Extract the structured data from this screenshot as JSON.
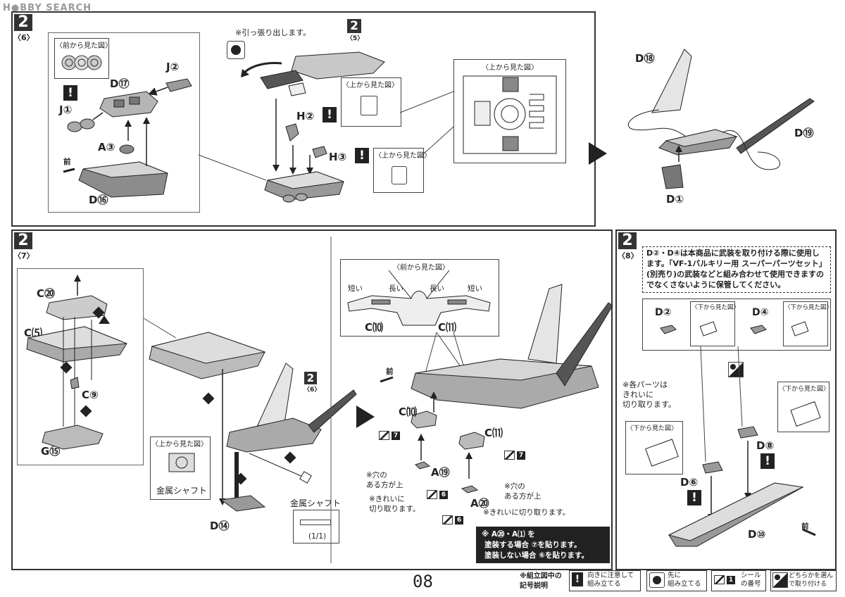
{
  "watermark": "H●BBY SEARCH",
  "page_number": "08",
  "step1": {
    "num": "2",
    "sub": "〈6〉",
    "front_view": "〈前から見た図〉",
    "parts": [
      "J②",
      "D⑰",
      "J①",
      "A③",
      "D⑯"
    ],
    "front_label": "前"
  },
  "step2": {
    "num": "2",
    "sub": "〈5〉",
    "pull_note": "※引っ張り出します。",
    "top_view_a": "〈上から見た図〉",
    "top_view_b": "〈上から見た図〉",
    "top_view_c": "〈上から見た図〉",
    "parts": [
      "H②",
      "H③"
    ]
  },
  "step3": {
    "parts": [
      "D⑱",
      "D⑲",
      "D①"
    ]
  },
  "step4": {
    "num": "2",
    "sub": "〈7〉",
    "parts": [
      "C⑳",
      "C⑸",
      "C⑨",
      "G⑮",
      "D⑭"
    ],
    "ref_num": "2",
    "ref_sub": "〈6〉",
    "top_view": "〈上から見た図〉",
    "shaft_label": "金属シャフト",
    "shaft_label_2": "金属シャフト",
    "scale": "(1/1)"
  },
  "step5": {
    "front_view": "〈前から見た図〉",
    "short": "短い",
    "long": "長い",
    "parts": [
      "C⑽",
      "C⑾",
      "A⑳",
      "A⑲"
    ],
    "front_label": "前",
    "hole_note": "※穴の\nある方が上",
    "hole_note_2": "※穴の\nある方が上",
    "clean_cut": "※きれいに\n切り取ります。",
    "clean_cut_2": "※きれいに切り取ります。",
    "sticker_7": "7",
    "sticker_6": "6",
    "paint_note_1": "※ A⑳・A⑴ を",
    "paint_note_2": "塗装する場合 ⑦を貼ります。",
    "paint_note_3": "塗装しない場合 ⑥を貼ります。"
  },
  "step6": {
    "num": "2",
    "sub": "〈8〉",
    "notice": "D②・D④は本商品に武装を取り付ける際に使用します。「VF-1バルキリー用 スーパーパーツセット」(別売り)の武装などと組み合わせて使用できますのでなくさないように保管してください。",
    "bottom_view_a": "〈下から見た図〉",
    "bottom_view_b": "〈下から見た図〉",
    "bottom_view_c": "〈下から見た図〉",
    "bottom_view_d": "〈下から見た図〉",
    "parts_note": "※各パーツは\nきれいに\n切り取ります。",
    "parts": [
      "D②",
      "D④",
      "D⑧",
      "D⑥",
      "D⑩"
    ],
    "front_label": "前"
  },
  "legend": {
    "title": "※組立図中の\n記号説明",
    "items": [
      {
        "icon": "exclamation-icon",
        "text": "向きに注意して\n組み立てる"
      },
      {
        "icon": "circle-first-icon",
        "text": "先に\n組み立てる"
      },
      {
        "icon": "sticker-icon",
        "text": "シール\nの番号"
      },
      {
        "icon": "choice-icon",
        "text": "どちらかを選ん\nで取り付ける"
      }
    ]
  },
  "colors": {
    "ink": "#222222",
    "part_gray": "#8a8a8a",
    "light_gray": "#d8d8d8",
    "paper": "#ffffff"
  }
}
